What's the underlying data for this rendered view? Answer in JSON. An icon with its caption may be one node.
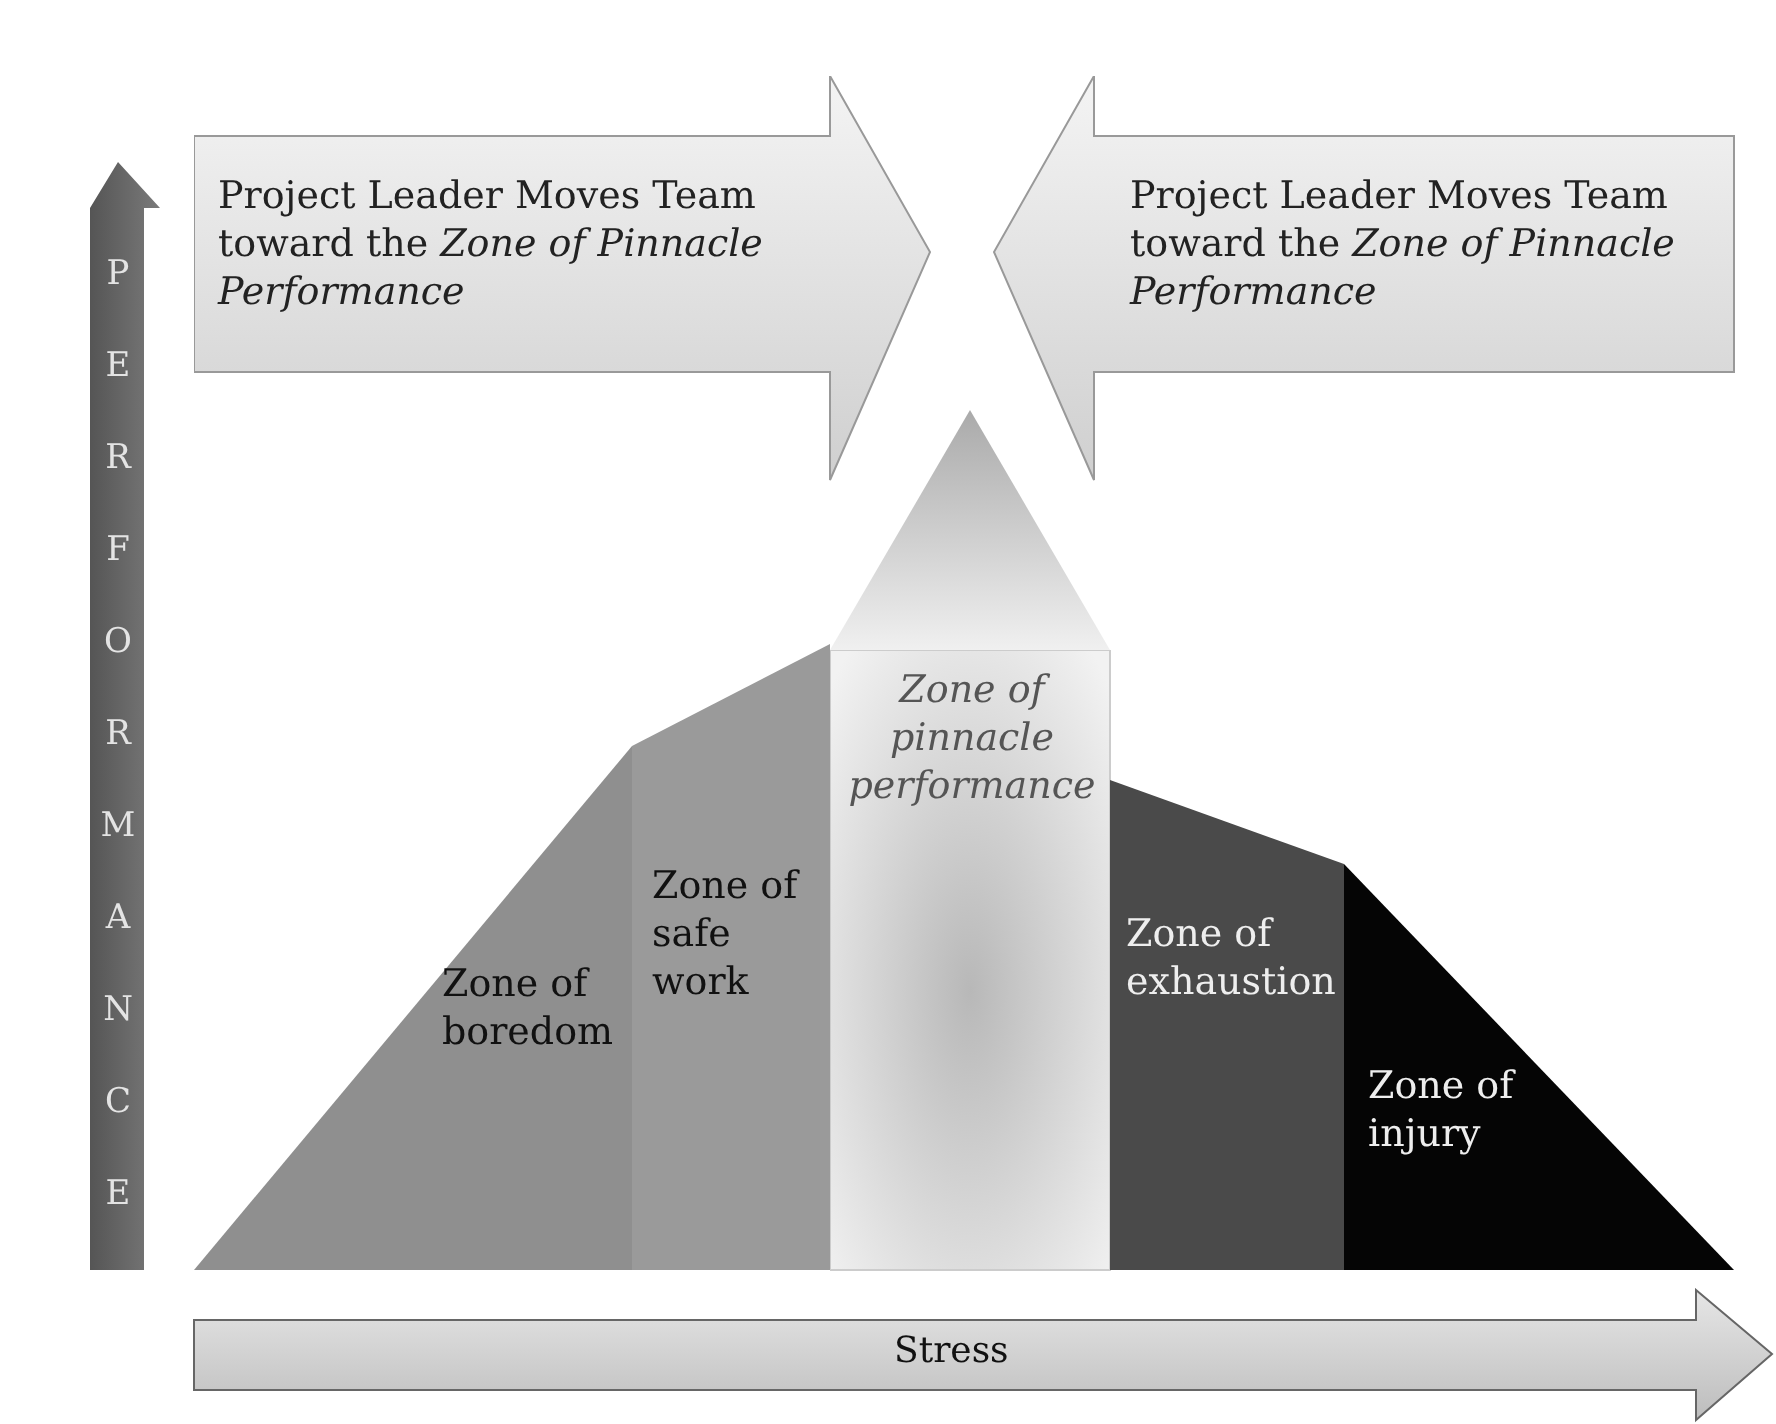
{
  "diagram": {
    "nodes": [
      {
        "text": [
          "Project Leader Moves Team toward the *Zone of Pinnacle Performance*"
        ]
      },
      {
        "text": [
          "Project Leader Moves Team toward the *Zone of Pinnacle Performance*"
        ]
      },
      {
        "text": [
          "Zone of boredom"
        ]
      },
      {
        "text": [
          "Zone of safe work"
        ]
      },
      {
        "text": [
          "Zone of pinnacle performance"
        ]
      },
      {
        "text": [
          "Zone of exhaustion"
        ]
      },
      {
        "text": [
          "Zone of injury"
        ]
      },
      {
        "text": [],
        "shape": "triangle"
      }
    ],
    "edges": [],
    "labels": [
      "PERFORMANCE",
      "Stress"
    ]
  }
}
